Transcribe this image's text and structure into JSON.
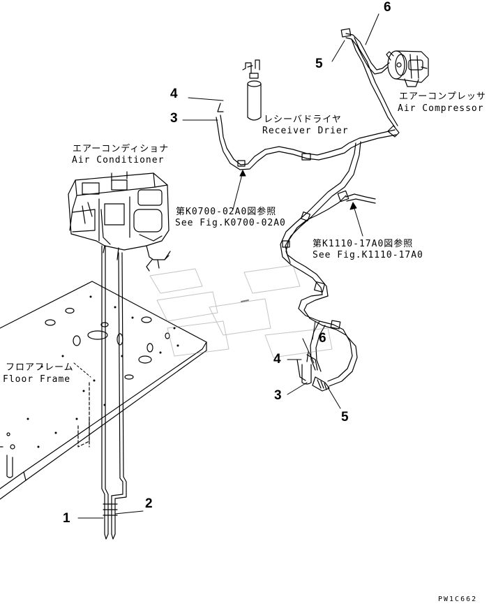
{
  "labels": {
    "receiver_drier_jp": "レシーバドライヤ",
    "receiver_drier_en": "Receiver Drier",
    "air_compressor_jp": "エアーコンプレッサ",
    "air_compressor_en": "Air Compressor",
    "air_conditioner_jp": "エアーコンディショナ",
    "air_conditioner_en": "Air Conditioner",
    "floor_frame_jp": "フロアフレーム",
    "floor_frame_en": "Floor Frame",
    "ref1_jp": "第K0700-02A0図参照",
    "ref1_en": "See Fig.K0700-02A0",
    "ref2_jp": "第K1110-17A0図参照",
    "ref2_en": "See Fig.K1110-17A0"
  },
  "callouts": {
    "c6_top": "6",
    "c5_top": "5",
    "c4_top": "4",
    "c3_top": "3",
    "c6_mid": "6",
    "c4_mid": "4",
    "c3_mid": "3",
    "c5_bot": "5",
    "c1": "1",
    "c2": "2"
  },
  "drawing_code": "PW1C662"
}
